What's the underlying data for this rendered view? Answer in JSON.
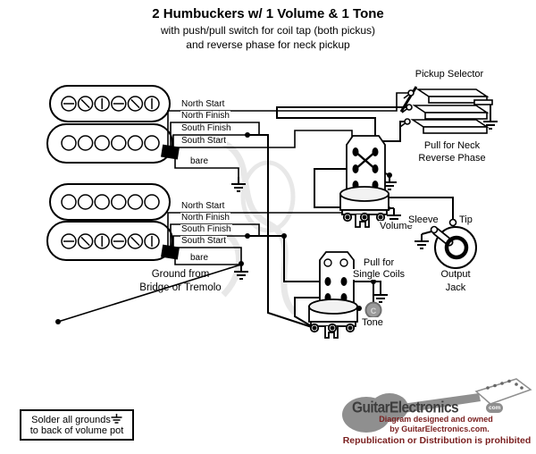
{
  "title": {
    "line1": "2 Humbuckers w/ 1 Volume & 1 Tone",
    "line2": "with push/pull switch for coil tap (both pickus)",
    "line3": "and reverse phase for neck pickup"
  },
  "pickups": {
    "neck": {
      "wires": [
        "North Start",
        "North Finish",
        "South Finish",
        "South Start",
        "bare"
      ]
    },
    "bridge": {
      "wires": [
        "North Start",
        "North Finish",
        "South Finish",
        "South Start",
        "bare"
      ],
      "ground_note_line1": "Ground from",
      "ground_note_line2": "Bridge or Tremolo"
    }
  },
  "controls": {
    "selector": {
      "label": "Pickup Selector"
    },
    "phase_switch": {
      "line1": "Pull for Neck",
      "line2": "Reverse Phase"
    },
    "volume": {
      "label": "Volume"
    },
    "coil_tap_switch": {
      "line1": "Pull for",
      "line2": "Single Coils"
    },
    "tone": {
      "label": "Tone",
      "cap_label": "C"
    },
    "output_jack": {
      "sleeve": "Sleeve",
      "tip": "Tip",
      "line1": "Output",
      "line2": "Jack"
    }
  },
  "notes": {
    "solder_line1": "Solder all grounds",
    "solder_line2": "to back of volume pot"
  },
  "footer": {
    "brand": "GuitarElectronics",
    "brand_badge": "com",
    "line1": "Diagram designed and owned",
    "line2": "by GuitarElectronics.com.",
    "line3": "Republication or Distribution is prohibited"
  },
  "colors": {
    "wire": "#000000",
    "maroon": "#7a1f1f",
    "guitar_gray": "#8f8f8f"
  }
}
